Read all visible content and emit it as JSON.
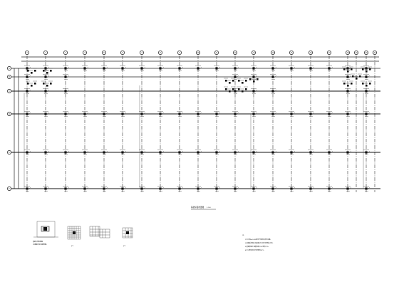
{
  "plan": {
    "title": "基础平面布置图",
    "scale": "1:100"
  },
  "grid": {
    "x_labels": [
      "1",
      "2",
      "3",
      "4",
      "5",
      "6",
      "7",
      "8",
      "9",
      "10",
      "11",
      "12",
      "13",
      "14",
      "15",
      "16",
      "17",
      "18",
      "19",
      "20",
      "21"
    ],
    "y_labels": [
      "A",
      "B",
      "C",
      "D",
      "E",
      "F"
    ]
  },
  "notes": {
    "heading": "注:",
    "lines": [
      "1.本工程±0.000相当于绝对标高详总图。",
      "2.基础采用独立柱基础,持力层为粉质粘土层。",
      "3.基础混凝土强度等级C30,垫层C15。",
      "4.未注明的柱均为框架柱KZ1。"
    ]
  },
  "details": {
    "detail_1_title": "基础大样配筋图",
    "detail_1_sub": "(柱截面详见柱配筋图)",
    "detail_2_title": "JC1",
    "detail_3_title": "JC2"
  }
}
